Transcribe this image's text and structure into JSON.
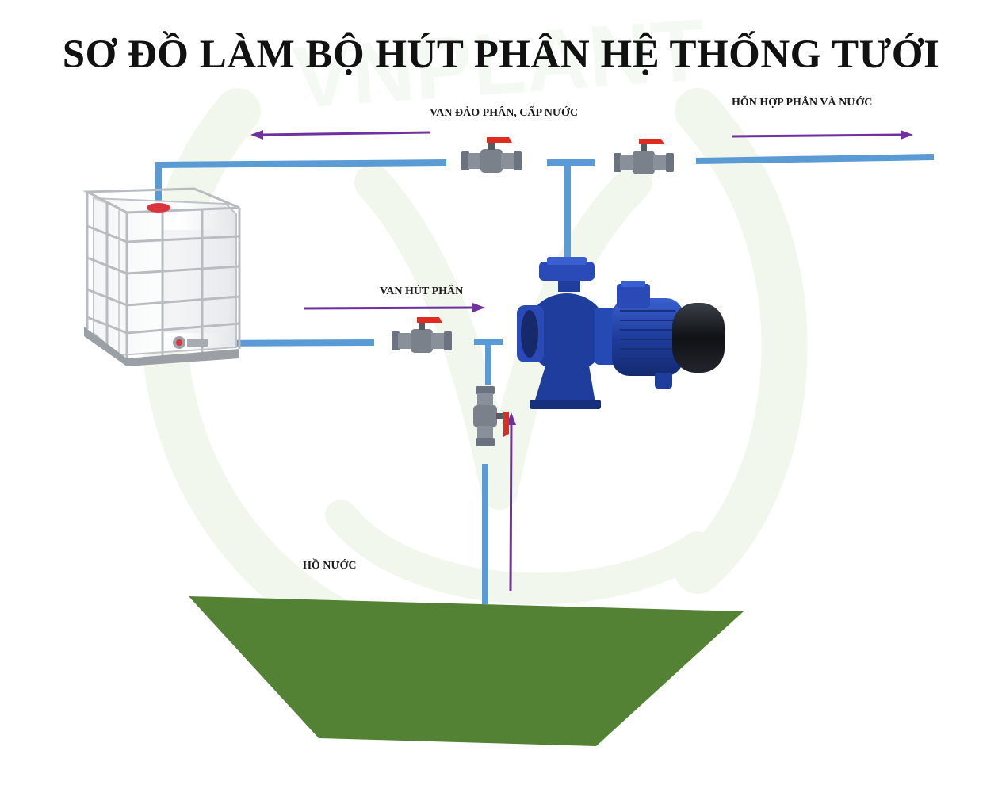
{
  "title": "SƠ ĐỒ LÀM BỘ HÚT PHÂN HỆ THỐNG TƯỚI",
  "labels": {
    "van_dao_phan": "VAN ĐẢO PHÂN, CẤP NƯỚC",
    "hon_hop": "HỖN HỢP PHÂN VÀ NƯỚC",
    "van_hut_phan": "VAN HÚT PHÂN",
    "ho_nuoc": "HỒ NƯỚC"
  },
  "watermark": "VNPLANT",
  "colors": {
    "pipe": "#5b9bd5",
    "flow_arrow": "#7030a0",
    "pond": "#548235",
    "pump_blue": "#1f3d9c",
    "pump_motor": "#111827",
    "valve_body": "#6b7280",
    "valve_handle": "#e02b20",
    "tank_frame": "#c7c9cc",
    "watermark": "#e9f2e3"
  },
  "icons": {
    "tank": "ibc-tank-icon",
    "pump": "water-pump-icon",
    "valve": "ball-valve-icon"
  }
}
